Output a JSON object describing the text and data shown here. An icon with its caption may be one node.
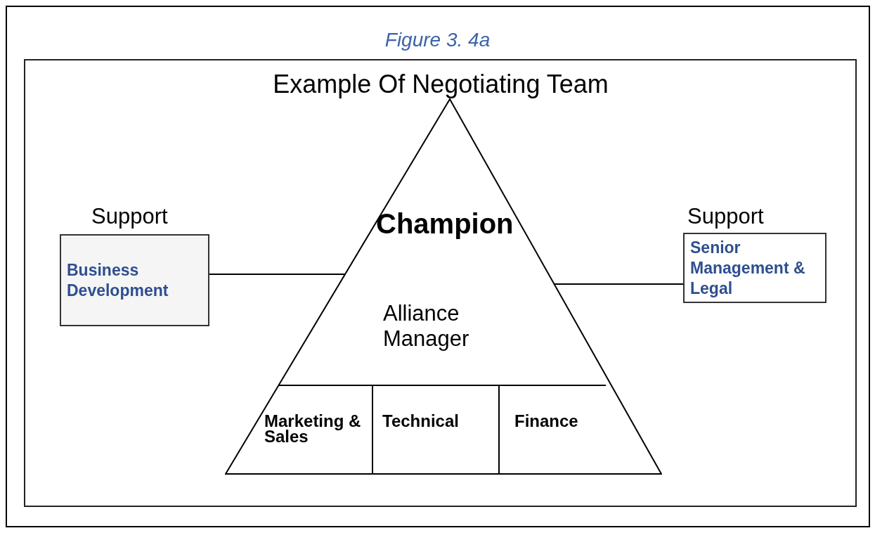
{
  "diagram": {
    "title": "Example Of Negotiating Team",
    "caption": "Figure 3. 4a",
    "nodes": [
      {
        "text": [
          "Champion",
          "Alliance Manager"
        ]
      },
      {
        "text": [
          "Marketing & Sales"
        ],
        "in": 0
      },
      {
        "text": [
          "Technical"
        ],
        "in": 0
      },
      {
        "text": [
          "Finance"
        ],
        "in": 0
      },
      {
        "text": [
          "Support",
          "Business Development"
        ]
      },
      {
        "text": [
          "Support",
          "Senior Management & Legal"
        ]
      }
    ],
    "edges": [
      {
        "from": 4,
        "to": 0,
        "arrow": "none"
      },
      {
        "from": 5,
        "to": 0,
        "arrow": "none"
      }
    ]
  }
}
